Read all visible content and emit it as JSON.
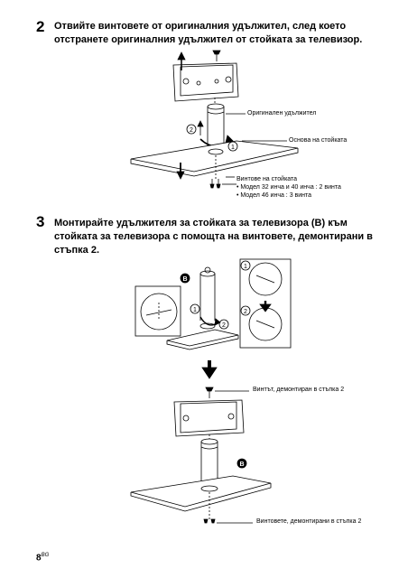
{
  "step2": {
    "number": "2",
    "text_line1": "Отвийте винтовете от оригиналния удължител, след което",
    "text_line2": "отстранете оригиналния удължител от стойката за телевизор.",
    "label_extender": "Оригинален удължител",
    "label_base": "Основа на стойката",
    "label_screws": "Винтове на стойката",
    "bullet1": "• Модел 32 инча и 40 инча : 2 винта",
    "bullet2": "• Модел 46 инча : 3 винта",
    "circle1": "1",
    "circle2": "2"
  },
  "step3": {
    "number": "3",
    "text_line1": "Монтирайте удължителя за стойката за телевизора (B) към",
    "text_line2": "стойката за телевизора с помощта на винтовете, демонтирани в",
    "text_line3": "стъпка 2.",
    "badge_b": "B",
    "circle1": "1",
    "circle2": "2",
    "label_screw_top": "Винтът, демонтиран в стъпка 2",
    "label_screws_bottom": "Винтовете, демонтирани в стъпка 2"
  },
  "page": {
    "number": "8",
    "lang": "BG"
  }
}
